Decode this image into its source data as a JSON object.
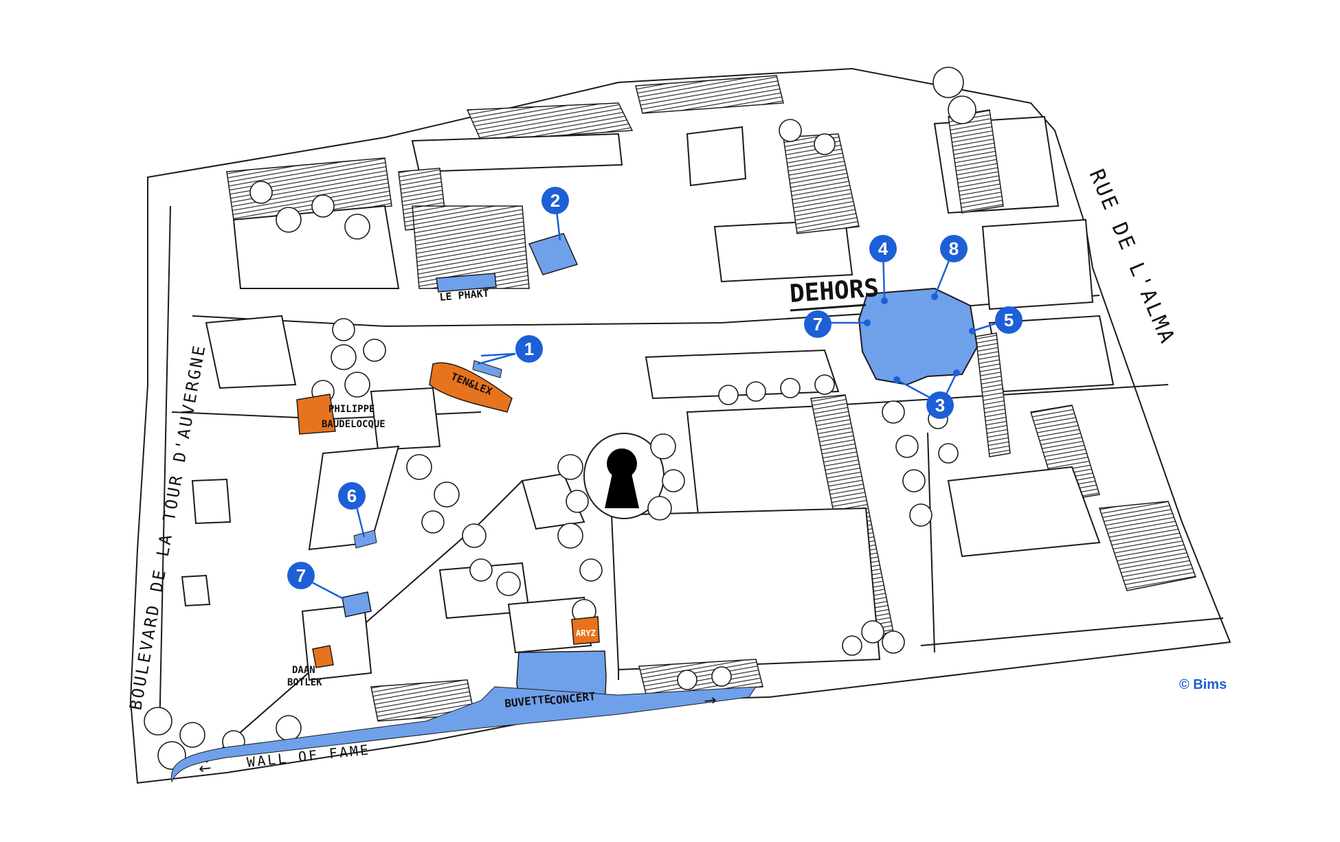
{
  "map": {
    "credit": "© Bims",
    "colors": {
      "marker_fill": "#1d5fd6",
      "highlight_blue": "#6fa0ea",
      "highlight_orange": "#e8731e",
      "ink": "#1a1a1a"
    },
    "streets": {
      "rue_alma": "RUE DE L'ALMA",
      "boulevard": "BOULEVARD DE LA TOUR D'AUVERGNE",
      "wall_of_fame": "WALL OF FAME"
    },
    "labels": {
      "dehors": "DEHORS",
      "le_phakt": "LE PHAKT",
      "ten_lex": "TEN&LEX",
      "philippe": "PHILIPPE",
      "baudelocque": "BAUDELOCQUE",
      "daan": "DAAN",
      "botlek": "BOTLEK",
      "buvette": "BUVETTE",
      "concert": "CONCERT",
      "aryz": "ARYZ"
    },
    "markers": [
      {
        "id": "marker-1",
        "number": "1"
      },
      {
        "id": "marker-2",
        "number": "2"
      },
      {
        "id": "marker-3",
        "number": "3"
      },
      {
        "id": "marker-4",
        "number": "4"
      },
      {
        "id": "marker-5",
        "number": "5"
      },
      {
        "id": "marker-6",
        "number": "6"
      },
      {
        "id": "marker-7a",
        "number": "7"
      },
      {
        "id": "marker-7b",
        "number": "7"
      },
      {
        "id": "marker-8",
        "number": "8"
      }
    ]
  }
}
